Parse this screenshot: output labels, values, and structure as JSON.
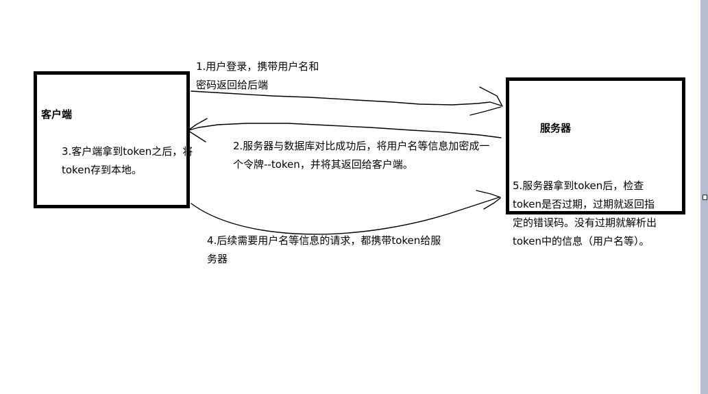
{
  "diagram": {
    "title": "Token-based authentication flow (JWT) between client and server",
    "background_color": "#ffffff",
    "line_color": "#000000",
    "box_border_color": "#000000"
  },
  "nodes": [
    {
      "id": "client",
      "title": "客户端",
      "body": "3.客户端拿到token之后，将token存到本地。"
    },
    {
      "id": "server",
      "title": "服务器",
      "body": "5.服务器拿到token后，检查token是否过期，过期就返回指定的错误码。没有过期就解析出token中的信息（用户名等）。"
    }
  ],
  "annotations": [
    {
      "id": "step-1",
      "text": "1.用户登录，携带用户名和密码返回给后端"
    },
    {
      "id": "step-2",
      "text": "2.服务器与数据库对比成功后，将用户名等信息加密成一个令牌--token，并将其返回给客户端。"
    },
    {
      "id": "step-4",
      "text": "4.后续需要用户名等信息的请求，都携带token给服务器"
    }
  ],
  "arrows": [
    {
      "id": "arrow-1",
      "from": "client",
      "to": "server",
      "direction": "right",
      "label_ref": "step-1"
    },
    {
      "id": "arrow-2",
      "from": "server",
      "to": "client",
      "direction": "left",
      "label_ref": "step-2"
    },
    {
      "id": "arrow-4",
      "from": "client",
      "to": "server",
      "direction": "right",
      "label_ref": "step-4"
    }
  ],
  "scrollbar": {
    "track_color": "#b6bdd0",
    "marker_visible": true
  }
}
